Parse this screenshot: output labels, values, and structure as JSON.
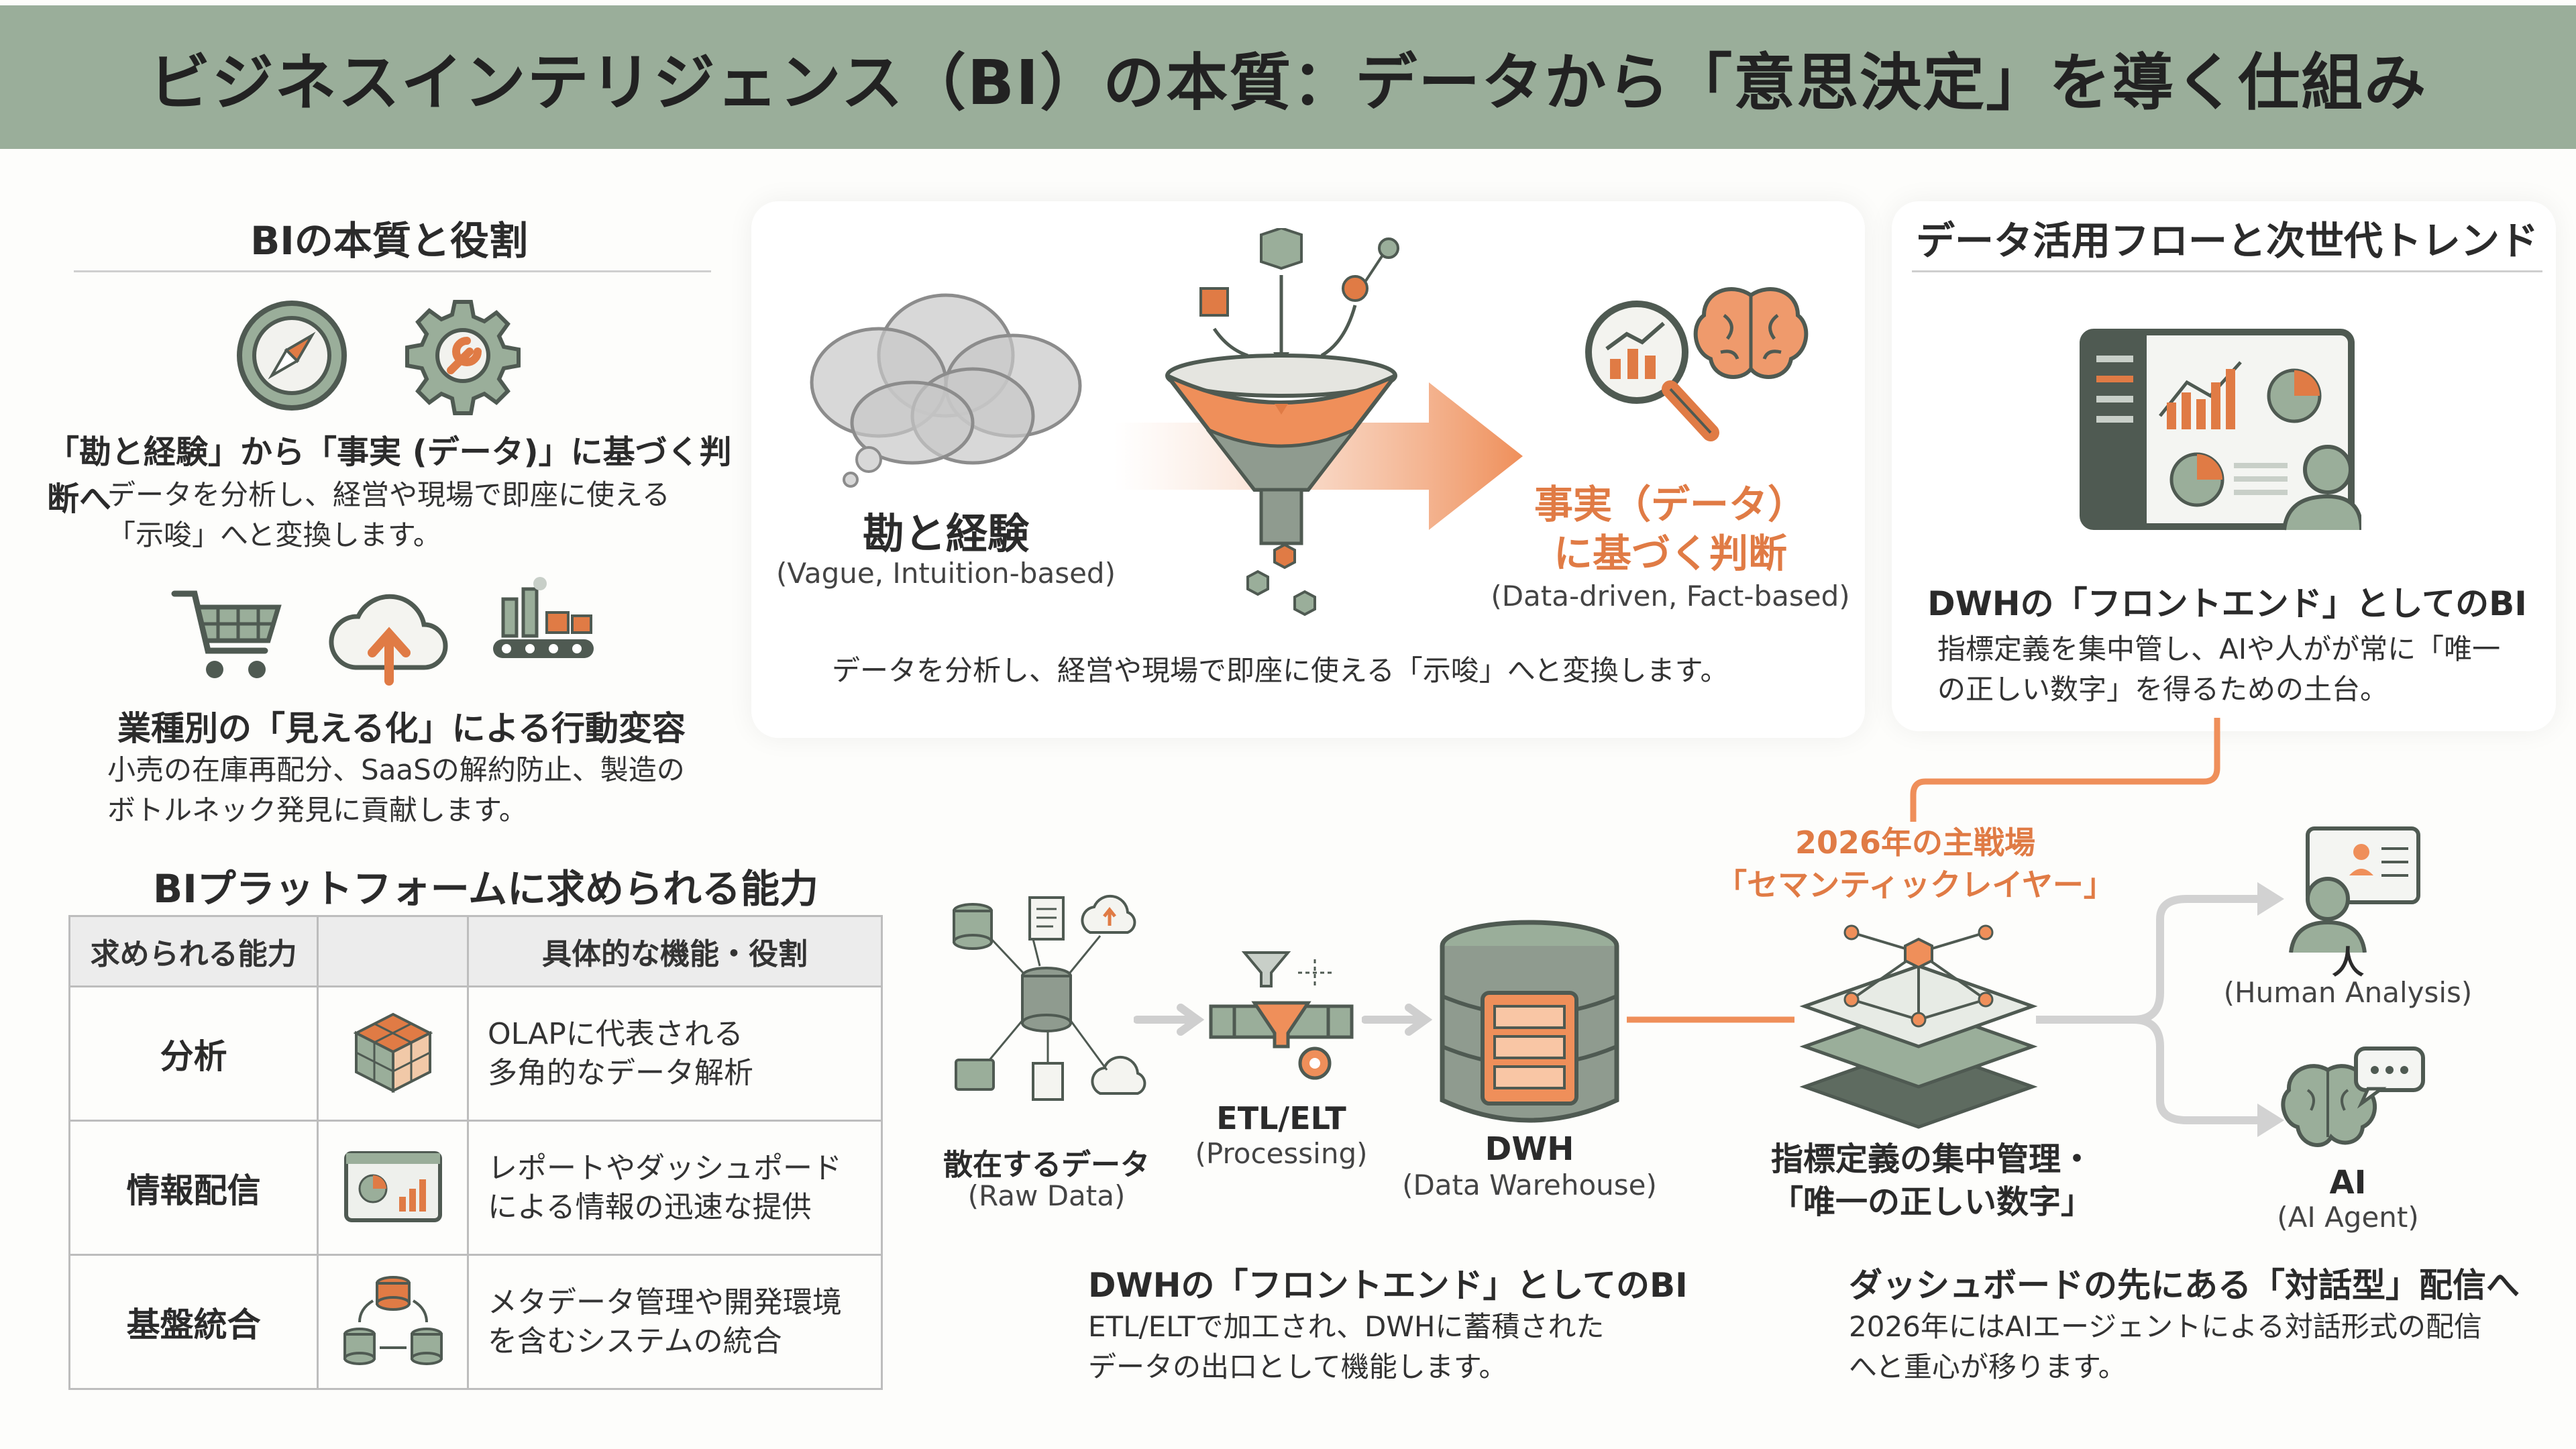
{
  "title": "ビジネスインテリジェンス（BI）の本質：データから「意思決定」を導く仕組み",
  "left": {
    "heading": "BIの本質と役割",
    "block1_title": "「勘と経験」から「事実 (データ)」に基づく判断へ",
    "block1_line1": "データを分析し、経営や現場で即座に使える",
    "block1_line2": "「示唆」へと変換します。",
    "block2_title": "業種別の「見える化」による行動変容",
    "block2_line1": "小売の在庫再配分、SaaSの解約防止、製造の",
    "block2_line2": "ボトルネック発見に貢献します。"
  },
  "center": {
    "intuition_label": "勘と経験",
    "intuition_sub": "(Vague, Intuition-based)",
    "fact_line1": "事実（データ）",
    "fact_line2": "に基づく判断",
    "fact_sub": "(Data-driven, Fact-based)",
    "caption": "データを分析し、経営や現場で即座に使える「示唆」へと変換します。"
  },
  "right": {
    "heading": "データ活用フローと次世代トレンド",
    "dwh_title": "DWHの「フロントエンド」としてのBI",
    "dwh_line1": "指標定義を集中管し、AIや人がが常に「唯一",
    "dwh_line2": "の正しい数字」を得るための土台。"
  },
  "platform": {
    "heading": "BIプラットフォームに求められる能力",
    "col1": "求められる能力",
    "col2": "",
    "col3": "具体的な機能・役割",
    "rows": [
      {
        "name": "分析",
        "desc1": "OLAPに代表される",
        "desc2": "多角的なデータ解析"
      },
      {
        "name": "情報配信",
        "desc1": "レポートやダッシュポード",
        "desc2": "による情報の迅速な提供"
      },
      {
        "name": "基盤統合",
        "desc1": "メタデータ管理や開発環境",
        "desc2": "を含むシステムの統合"
      }
    ]
  },
  "flow": {
    "raw_label": "散在するデータ",
    "raw_sub": "(Raw Data)",
    "etl_label": "ETL/ELT",
    "etl_sub": "(Processing)",
    "dwh_label": "DWH",
    "dwh_sub": "(Data Warehouse)",
    "semantic_line1": "2026年の主戦場",
    "semantic_line2": "「セマンティックレイヤー」",
    "metrics_line1": "指標定義の集中管理・",
    "metrics_line2": "「唯一の正しい数字」",
    "human_label": "人",
    "human_sub": "(Human Analysis)",
    "ai_label": "AI",
    "ai_sub": "(AI Agent)",
    "bottom1_title": "DWHの「フロントエンド」としてのBI",
    "bottom1_line1": "ETL/ELTで加工され、DWHに蓄積された",
    "bottom1_line2": "データの出口として機能します。",
    "bottom2_title": "ダッシュボードの先にある「対話型」配信へ",
    "bottom2_line1": "2026年にはAIエージェントによる対話形式の配信",
    "bottom2_line2": "へと重心が移ります。"
  },
  "colors": {
    "banner": "#9aae9a",
    "accent": "#e07b45",
    "gray": "#7d8a7d",
    "dark": "#4f5a52"
  }
}
